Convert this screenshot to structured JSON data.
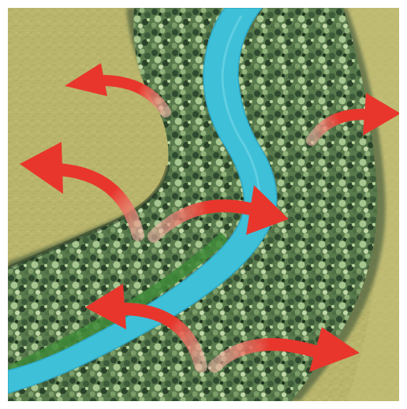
{
  "figure": {
    "colors": {
      "grassland": "#b8b46a",
      "grassland_light": "#c8c47a",
      "forest_dark": "#2f4a30",
      "forest_mid": "#5c7c50",
      "forest_light": "#9fbf86",
      "river": "#3ec0d8",
      "river_edge": "#2fa8c6",
      "arrow": "#e8362c",
      "arrow_root": "#f4b5a8"
    },
    "features": [
      "grassland",
      "forest-band",
      "river",
      "dispersal-arrows"
    ],
    "arrow_count": 6,
    "arrow_icon": "curved-arrow-icon"
  }
}
